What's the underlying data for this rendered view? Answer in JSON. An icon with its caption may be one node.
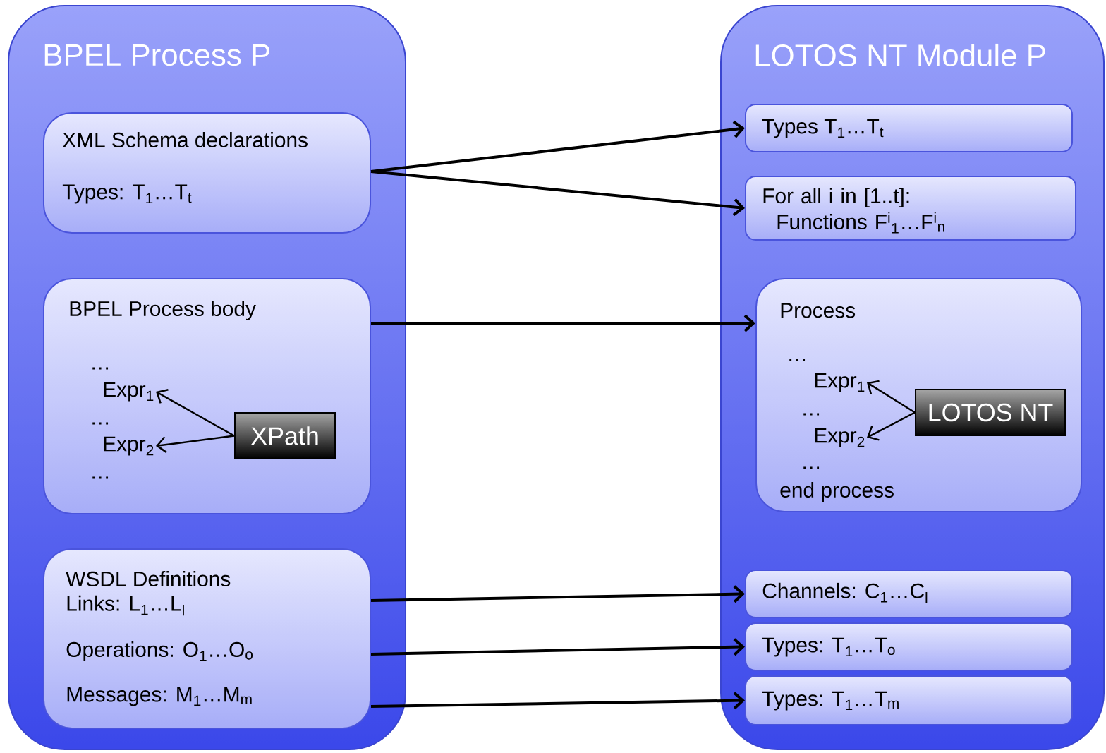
{
  "diagram": {
    "nodes": [
      {
        "text": [
          "BPEL Process P"
        ]
      },
      {
        "text": [
          "XML Schema declarations",
          "Types: T$_{1}$…T$_{t}$"
        ],
        "in": 0
      },
      {
        "text": [
          "BPEL Process body",
          "…",
          "…",
          "…"
        ],
        "in": 0
      },
      {
        "text": [
          "Expr$_{1}$"
        ],
        "in": 2
      },
      {
        "text": [
          "Expr$_{2}$"
        ],
        "in": 2
      },
      {
        "text": [
          "XPath"
        ],
        "in": 2
      },
      {
        "text": [
          "WSDL Definitions",
          "Links: L$_{1}$…L$_{l}$",
          "Operations: O$_{1}$…O$_{o}$",
          "Messages: M$_{1}$…M$_{m}$"
        ],
        "in": 0
      },
      {
        "text": [
          "LOTOS NT Module P"
        ]
      },
      {
        "text": [
          "Types T$_{1}$…T$_{t}$"
        ],
        "in": 7
      },
      {
        "text": [
          "For all i in [1..t]: Functions F$^{i}$$_{1}$…F$^{i}$$_{n}$"
        ],
        "in": 7
      },
      {
        "text": [
          "Process",
          "…",
          "…",
          "…",
          "end process"
        ],
        "in": 7
      },
      {
        "text": [
          "Expr$_{1}$"
        ],
        "in": 10
      },
      {
        "text": [
          "Expr$_{2}$"
        ],
        "in": 10
      },
      {
        "text": [
          "LOTOS NT"
        ],
        "in": 10
      },
      {
        "text": [
          "Channels: C$_{1}$…C$_{l}$"
        ],
        "in": 7
      },
      {
        "text": [
          "Types: T$_{1}$…T$_{o}$"
        ],
        "in": 7
      },
      {
        "text": [
          "Types: T$_{1}$…T$_{m}$"
        ],
        "in": 7
      }
    ],
    "edges": [
      {
        "from": 1,
        "to": 8,
        "arrow": "to"
      },
      {
        "from": 1,
        "to": 9,
        "arrow": "to"
      },
      {
        "from": 2,
        "to": 10,
        "arrow": "to"
      },
      {
        "from": 5,
        "to": 3,
        "arrow": "to"
      },
      {
        "from": 5,
        "to": 4,
        "arrow": "to"
      },
      {
        "from": 13,
        "to": 11,
        "arrow": "to"
      },
      {
        "from": 13,
        "to": 12,
        "arrow": "to"
      },
      {
        "from": 6,
        "to": 14,
        "arrow": "to"
      },
      {
        "from": 6,
        "to": 15,
        "arrow": "to"
      },
      {
        "from": 6,
        "to": 16,
        "arrow": "to"
      }
    ]
  }
}
